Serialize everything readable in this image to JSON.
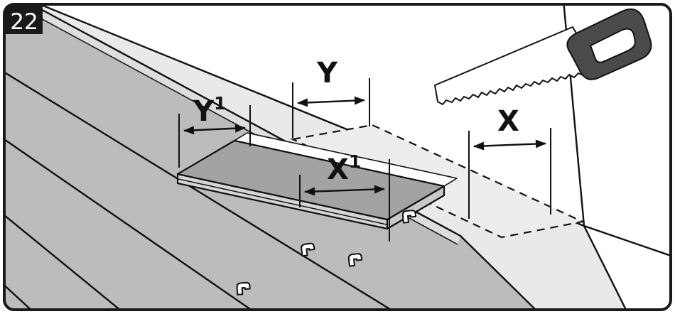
{
  "figure": {
    "step_number": "22",
    "dimension_labels": {
      "y1": {
        "base": "Y",
        "sup": "1"
      },
      "y": {
        "base": "Y"
      },
      "x1": {
        "base": "X",
        "sup": "1"
      },
      "x": {
        "base": "X"
      }
    },
    "icons": {
      "saw": "handsaw",
      "clip": "fitting-clip"
    },
    "colors": {
      "line": "#111111",
      "frame": "#1a1a1a",
      "wall": "#ffffff",
      "underlay": "#e9e9e9",
      "flooring": "#bcbcbc",
      "flooring_edge": "#dedede",
      "cut_area": "#ededed",
      "plank_top": "#a3a3a3",
      "plank_front": "#d6d6d6",
      "plank_end": "#c9c9c9",
      "plank_highlight": "#ffffff",
      "saw_blade": "#ffffff",
      "saw_handle": "#4a4a4a",
      "badge_bg": "#1a1a1a",
      "badge_fg": "#ffffff"
    }
  }
}
